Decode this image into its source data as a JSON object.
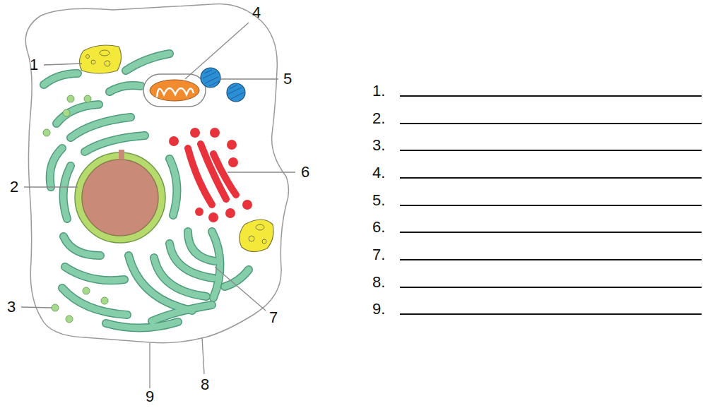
{
  "diagram": {
    "labels": [
      "1",
      "2",
      "3",
      "4",
      "5",
      "6",
      "7",
      "8",
      "9",
      "1.",
      "2.",
      "3.",
      "4.",
      "5.",
      "6.",
      "7.",
      "8.",
      "9."
    ]
  }
}
